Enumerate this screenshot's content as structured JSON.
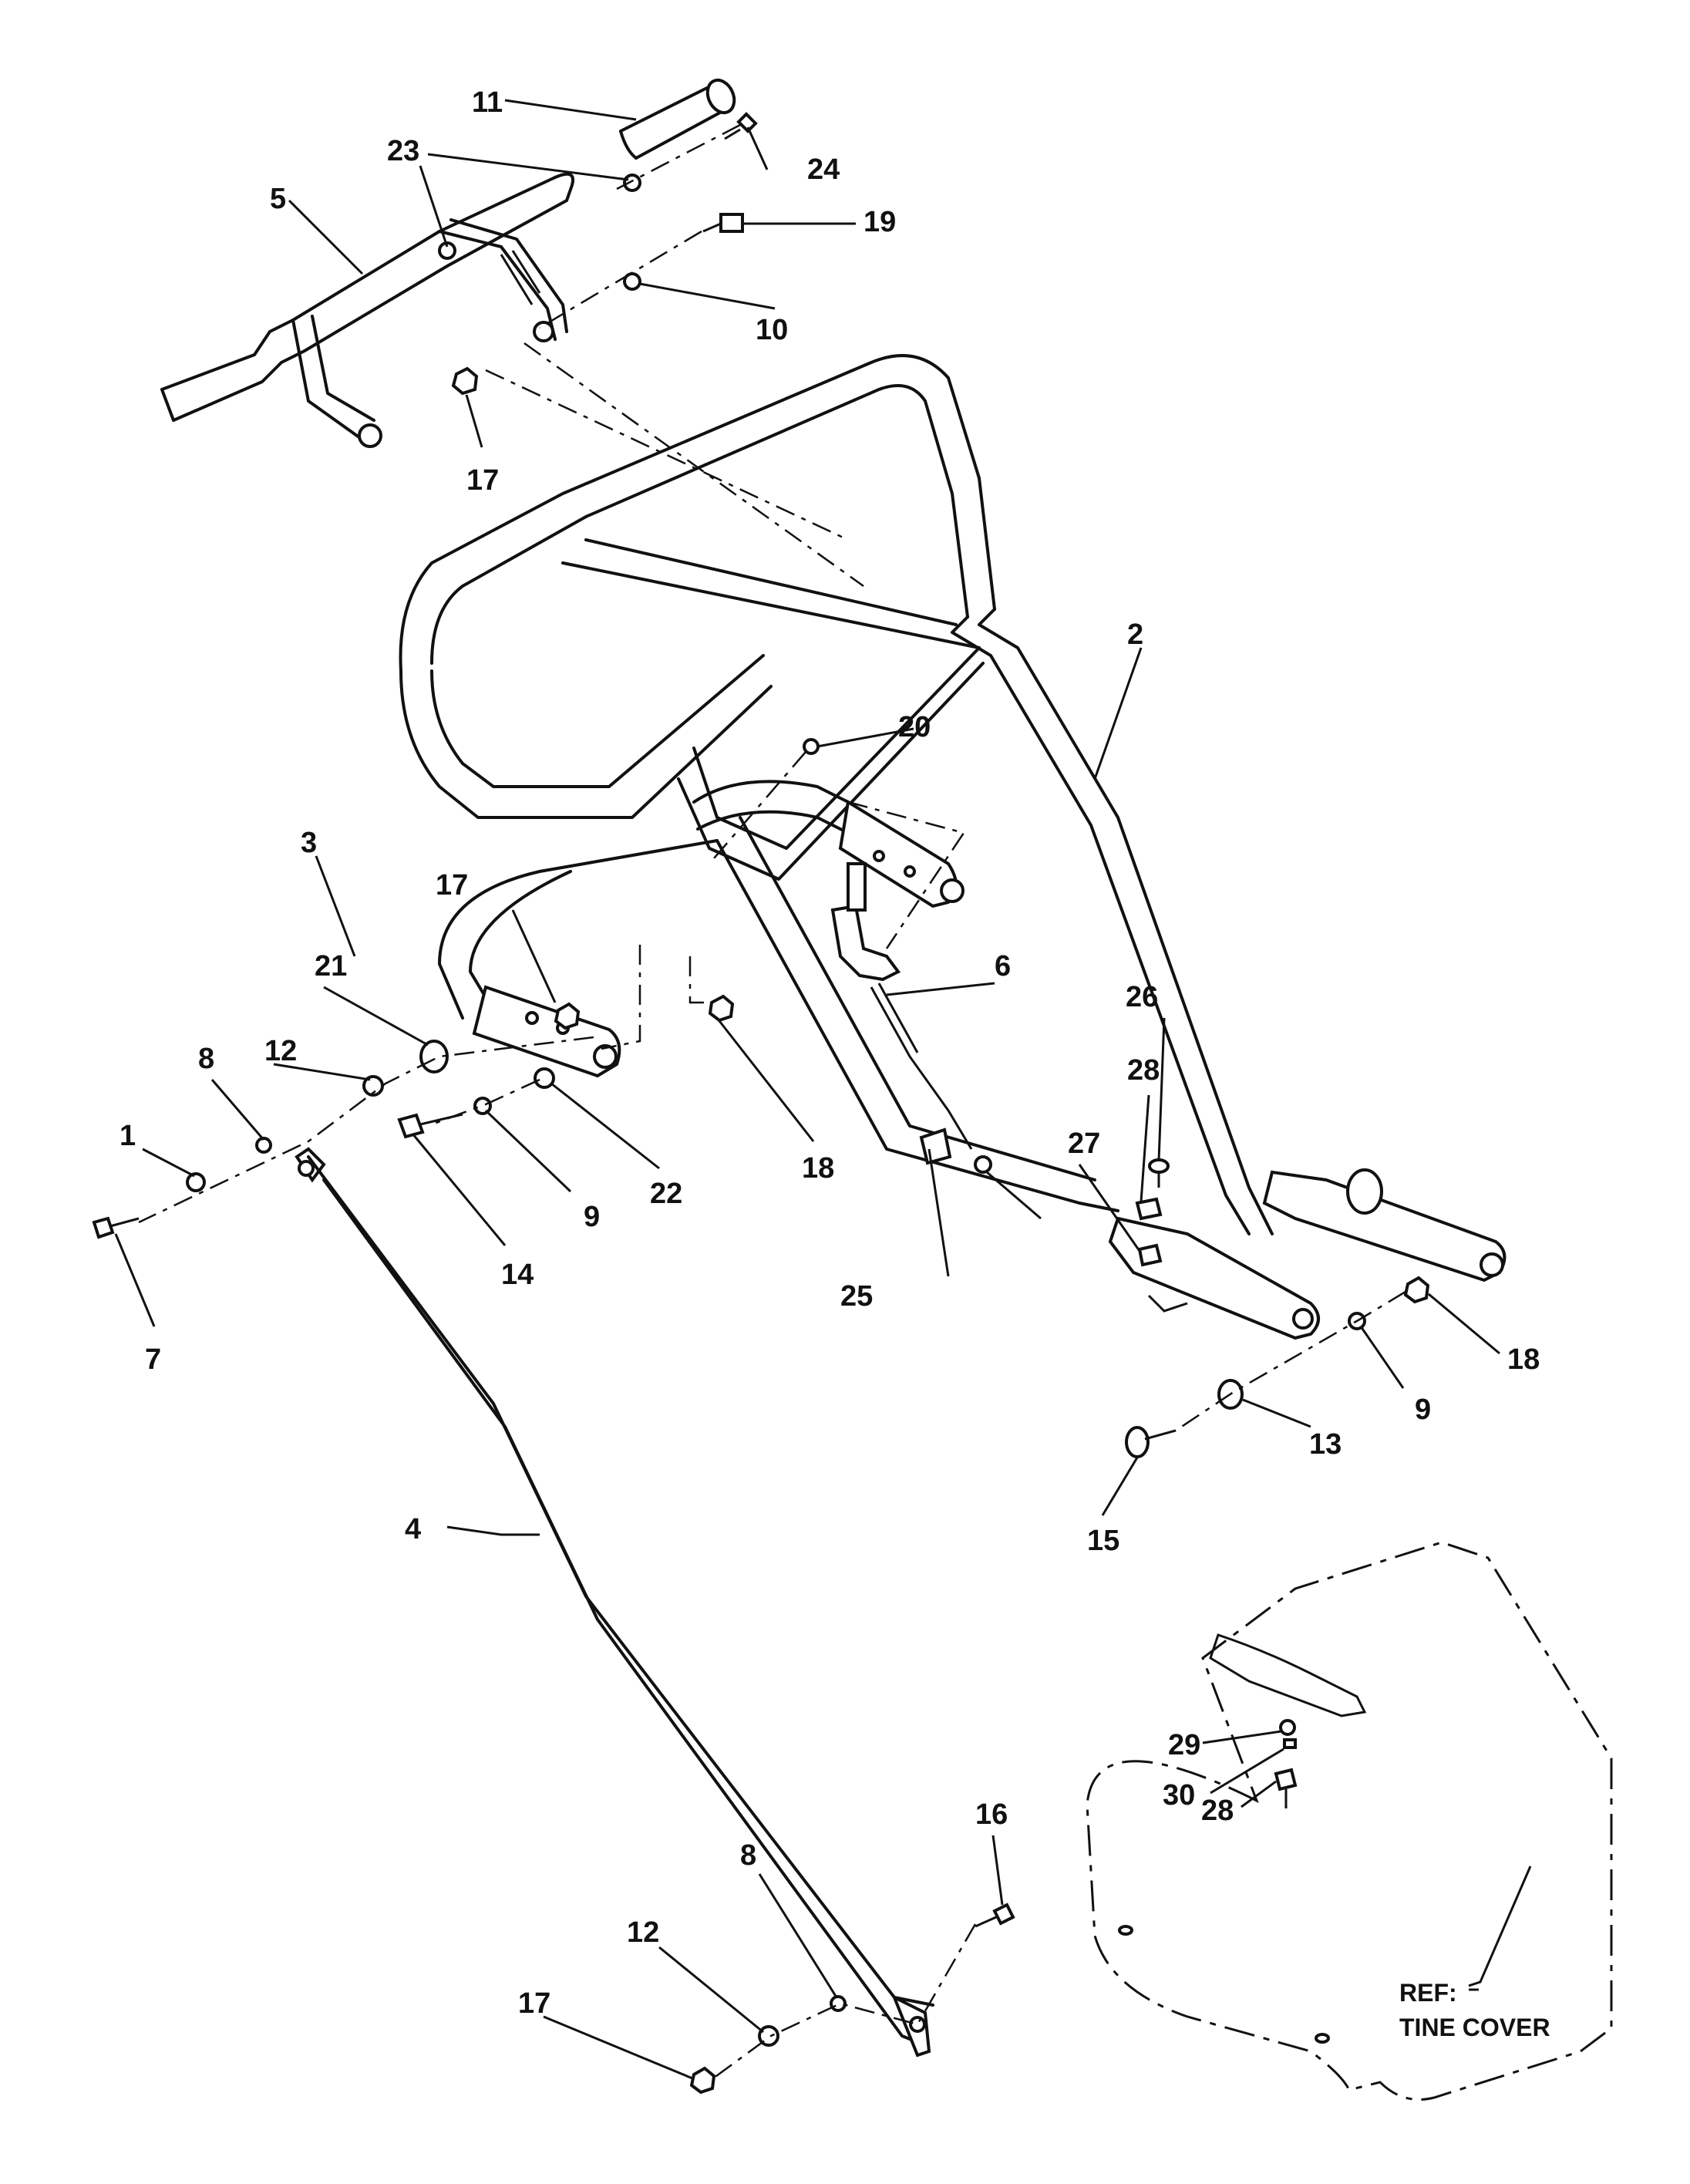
{
  "callouts": {
    "c1": "1",
    "c2": "2",
    "c3": "3",
    "c4": "4",
    "c5": "5",
    "c6": "6",
    "c7": "7",
    "c8a": "8",
    "c8b": "8",
    "c9a": "9",
    "c9b": "9",
    "c10": "10",
    "c11": "11",
    "c12a": "12",
    "c12b": "12",
    "c13": "13",
    "c14": "14",
    "c15": "15",
    "c16": "16",
    "c17a": "17",
    "c17b": "17",
    "c17c": "17",
    "c18a": "18",
    "c18b": "18",
    "c19": "19",
    "c20": "20",
    "c21": "21",
    "c22": "22",
    "c23": "23",
    "c24": "24",
    "c25": "25",
    "c26": "26",
    "c27": "27",
    "c28a": "28",
    "c28b": "28",
    "c29": "29",
    "c30": "30"
  },
  "reference": {
    "line1": "REF:",
    "line2": "TINE COVER"
  }
}
